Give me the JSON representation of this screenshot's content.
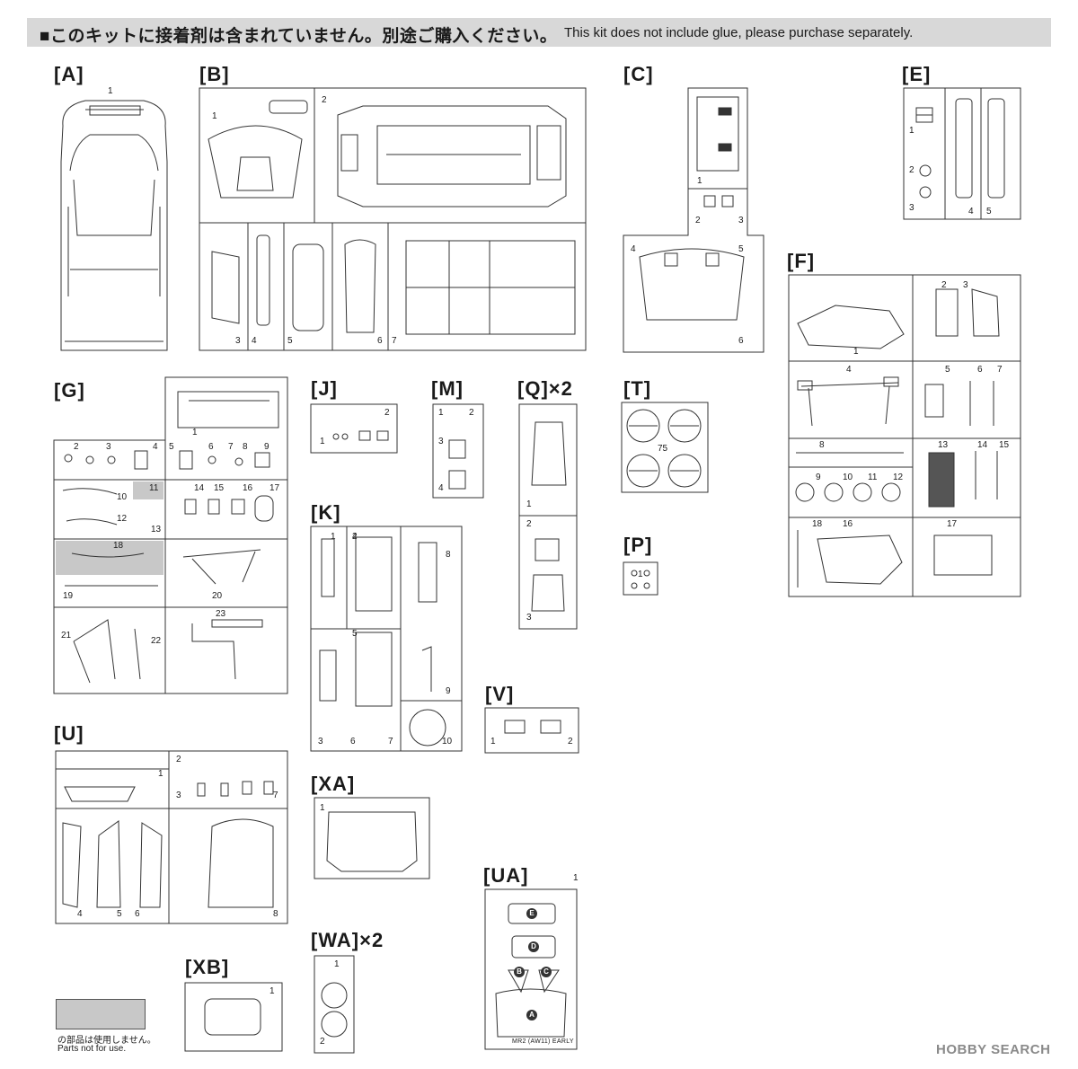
{
  "banner": {
    "jp": "■このキットに接着剤は含まれていません。別途ご購入ください。",
    "en": "This kit does not include glue, please purchase separately."
  },
  "sprues": [
    {
      "id": "A",
      "label": "[A]",
      "parts": [
        "1"
      ]
    },
    {
      "id": "B",
      "label": "[B]",
      "parts": [
        "1",
        "2",
        "3",
        "4",
        "5",
        "6",
        "7"
      ]
    },
    {
      "id": "C",
      "label": "[C]",
      "parts": [
        "1",
        "2",
        "3",
        "4",
        "5",
        "6"
      ]
    },
    {
      "id": "E",
      "label": "[E]",
      "parts": [
        "1",
        "2",
        "3",
        "4",
        "5"
      ]
    },
    {
      "id": "F",
      "label": "[F]",
      "parts": [
        "1",
        "2",
        "3",
        "4",
        "5",
        "6",
        "7",
        "8",
        "9",
        "10",
        "11",
        "12",
        "13",
        "14",
        "15",
        "16",
        "17",
        "18"
      ]
    },
    {
      "id": "G",
      "label": "[G]",
      "parts": [
        "1",
        "2",
        "3",
        "4",
        "5",
        "6",
        "7",
        "8",
        "9",
        "10",
        "11",
        "12",
        "13",
        "14",
        "15",
        "16",
        "17",
        "18",
        "19",
        "20",
        "21",
        "22",
        "23"
      ]
    },
    {
      "id": "J",
      "label": "[J]",
      "parts": [
        "1",
        "2"
      ]
    },
    {
      "id": "M",
      "label": "[M]",
      "parts": [
        "1",
        "2",
        "3",
        "4"
      ]
    },
    {
      "id": "Q",
      "label": "[Q]×2",
      "parts": [
        "1",
        "2",
        "3"
      ]
    },
    {
      "id": "T",
      "label": "[T]",
      "parts": [
        "75"
      ]
    },
    {
      "id": "P",
      "label": "[P]",
      "parts": [
        "1"
      ]
    },
    {
      "id": "K",
      "label": "[K]",
      "parts": [
        "1",
        "2",
        "3",
        "4",
        "5",
        "6",
        "7",
        "8",
        "9",
        "10"
      ]
    },
    {
      "id": "V",
      "label": "[V]",
      "parts": [
        "1",
        "2"
      ]
    },
    {
      "id": "U",
      "label": "[U]",
      "parts": [
        "1",
        "2",
        "3",
        "4",
        "5",
        "6",
        "7",
        "8"
      ]
    },
    {
      "id": "XA",
      "label": "[XA]",
      "parts": [
        "1"
      ]
    },
    {
      "id": "UA",
      "label": "[UA]",
      "parts": [
        "1"
      ]
    },
    {
      "id": "WA",
      "label": "[WA]×2",
      "parts": [
        "1",
        "2"
      ]
    },
    {
      "id": "XB",
      "label": "[XB]",
      "parts": [
        "1"
      ]
    }
  ],
  "mask_letters": [
    "E",
    "D",
    "B",
    "C",
    "A"
  ],
  "footer_note": "MR2 (AW11) EARLY",
  "legend": {
    "jp": "の部品は使用しません。",
    "en": "Parts not for use.",
    "swatch_color": "#c8c8c8"
  },
  "watermark": "HOBBY SEARCH"
}
